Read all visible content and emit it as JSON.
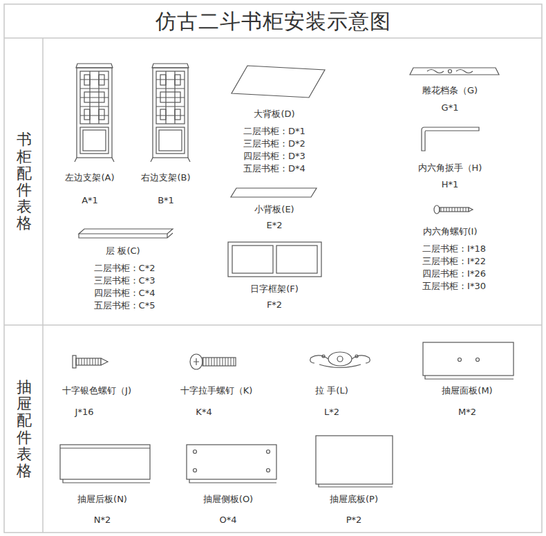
{
  "diagram": {
    "title": "仿古二斗书柜安装示意图",
    "nodes": [
      {
        "text": [
          "书柜配件表格"
        ]
      },
      {
        "text": [
          "抽屉配件表格"
        ]
      }
    ],
    "labels": [
      "左边支架(A)",
      "A*1",
      "右边支架(B)",
      "B*1",
      "大背板(D)",
      "二层书柜：D*1",
      "三层书柜：D*2",
      "四层书柜：D*3",
      "五层书柜：D*4",
      "小背板(E)",
      "E*2",
      "日字框架(F)",
      "F*2",
      "层 板(C)",
      "二层书柜：C*2",
      "三层书柜：C*3",
      "四层书柜：C*4",
      "五层书柜：C*5",
      "雕花档条（G)",
      "G*1",
      "内六角扳手（H)",
      "H*1",
      "内六角螺钉(I)",
      "二层书柜：I*18",
      "三层书柜：I*22",
      "四层书柜：I*26",
      "五层书柜：I*30",
      "十字银色螺钉（J)",
      "J*16",
      "十字拉手螺钉（K)",
      "K*4",
      "拉 手(L)",
      "L*2",
      "抽屉面板(M)",
      "M*2",
      "抽屉后板(N)",
      "N*2",
      "抽屉侧板(O)",
      "O*4",
      "抽屉底板(P)",
      "P*2"
    ]
  }
}
